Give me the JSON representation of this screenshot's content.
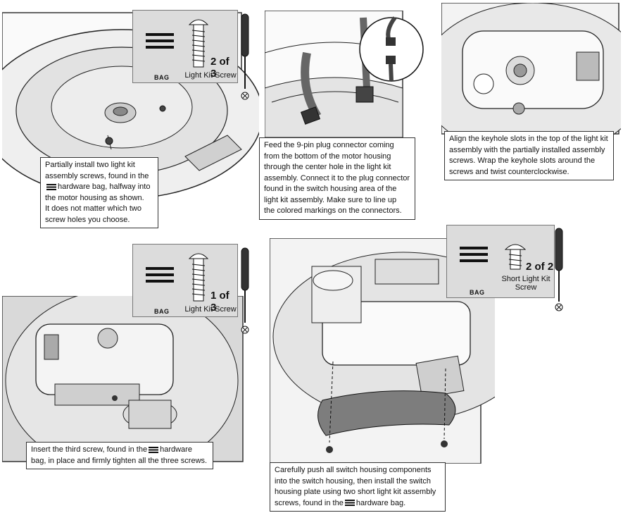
{
  "steps": [
    {
      "id": "partial-install",
      "badge": {
        "bag_label": "BAG",
        "count": "2 of 3",
        "part": "Light Kit Screw"
      },
      "caption": {
        "l1": "Partially install two light kit",
        "l2": "assembly screws, found in the",
        "l3": "hardware bag, halfway into",
        "l4": "the motor housing as shown.",
        "l5": "It does not matter which two",
        "l6": "screw holes you choose."
      }
    },
    {
      "id": "connect-plug",
      "caption": {
        "l1": "Feed the 9-pin plug connector coming",
        "l2": "from the bottom of the motor housing",
        "l3": "through the center hole in the light kit",
        "l4": "assembly. Connect it to the plug connector",
        "l5": "found in the switch housing area of the",
        "l6": "light kit assembly. Make sure to line up",
        "l7": "the colored markings on the connectors."
      }
    },
    {
      "id": "align-keyhole",
      "caption": {
        "l1": "Align the keyhole slots in the top of the light kit",
        "l2": "assembly with the partially installed assembly",
        "l3": "screws. Wrap the keyhole slots around the",
        "l4": "screws and twist counterclockwise."
      }
    },
    {
      "id": "third-screw",
      "badge": {
        "bag_label": "BAG",
        "count": "1 of 3",
        "part": "Light Kit Screw"
      },
      "caption": {
        "l1a": "Insert the third screw, found in the",
        "l1b": "hardware",
        "l2": "bag, in place and firmly tighten all the three screws."
      }
    },
    {
      "id": "switch-housing",
      "badge": {
        "bag_label": "BAG",
        "count": "2 of 2",
        "part_l1": "Short Light Kit",
        "part_l2": "Screw"
      },
      "caption": {
        "l1": "Carefully push all switch housing components",
        "l2": "into the switch housing, then install the switch",
        "l3": "housing plate using two short light kit assembly",
        "l4a": "screws, found in the",
        "l4b": "hardware bag."
      }
    }
  ],
  "colors": {
    "line": "#1a1a1a",
    "badge_bg": "#dcdcdc",
    "panel_fill": "#e9e9e9",
    "dark_fill": "#8a8a8a"
  }
}
